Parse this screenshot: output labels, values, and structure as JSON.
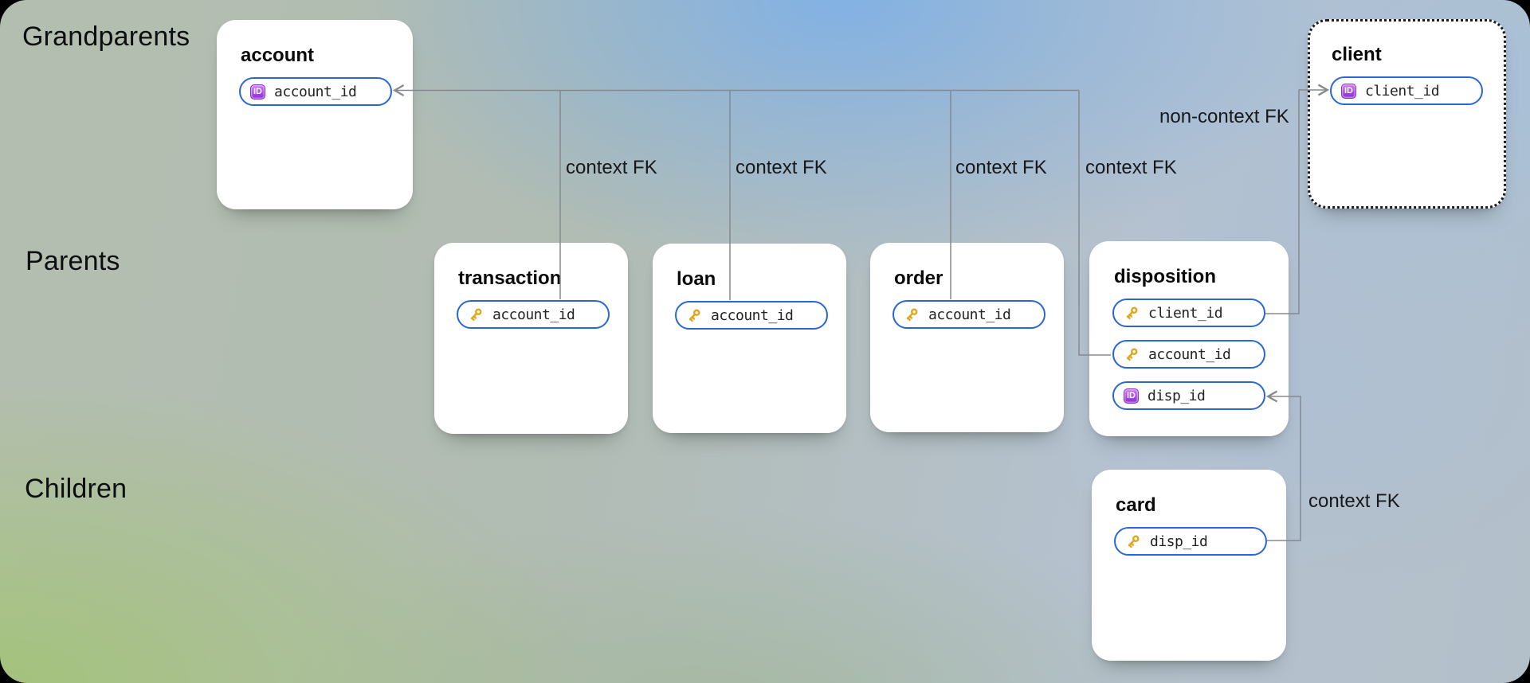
{
  "diagram": {
    "row_labels": [
      {
        "label": "Grandparents"
      },
      {
        "label": "Parents"
      },
      {
        "label": "Children"
      }
    ],
    "entities": [
      {
        "title": "account",
        "fields": [
          {
            "name": "account_id",
            "icon": "id-badge"
          }
        ]
      },
      {
        "title": "client",
        "fields": [
          {
            "name": "client_id",
            "icon": "id-badge"
          }
        ]
      },
      {
        "title": "transaction",
        "fields": [
          {
            "name": "account_id",
            "icon": "key"
          }
        ]
      },
      {
        "title": "loan",
        "fields": [
          {
            "name": "account_id",
            "icon": "key"
          }
        ]
      },
      {
        "title": "order",
        "fields": [
          {
            "name": "account_id",
            "icon": "key"
          }
        ]
      },
      {
        "title": "disposition",
        "fields": [
          {
            "name": "client_id",
            "icon": "key"
          },
          {
            "name": "account_id",
            "icon": "key"
          },
          {
            "name": "disp_id",
            "icon": "id-badge"
          }
        ]
      },
      {
        "title": "card",
        "fields": [
          {
            "name": "disp_id",
            "icon": "key"
          }
        ]
      }
    ],
    "edge_labels": [
      {
        "text": "context FK"
      },
      {
        "text": "context FK"
      },
      {
        "text": "context FK"
      },
      {
        "text": "context FK"
      },
      {
        "text": "non-context FK"
      },
      {
        "text": "context FK"
      }
    ],
    "icons": {
      "id_badge_text": "ID",
      "key_icon": "key"
    },
    "colors": {
      "pill_border": "#2a67d6",
      "id_badge_purple": "#a84ae0",
      "key_gold": "#dfa81c",
      "connector_gray": "#85898d",
      "card_white": "#ffffff"
    }
  }
}
